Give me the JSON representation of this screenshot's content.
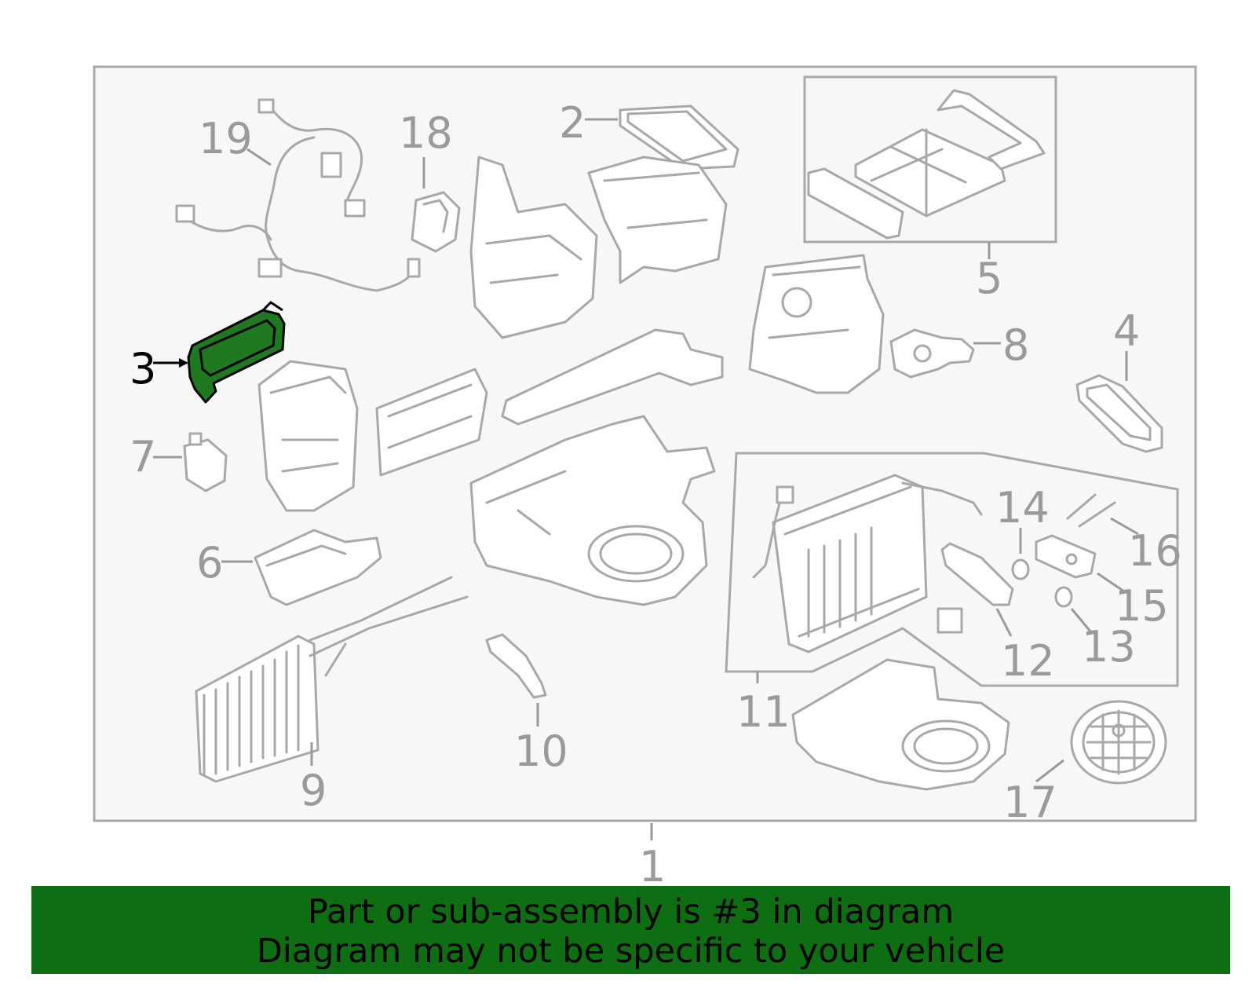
{
  "diagram": {
    "callouts": {
      "c1": "1",
      "c2": "2",
      "c3": "3",
      "c4": "4",
      "c5": "5",
      "c6": "6",
      "c7": "7",
      "c8": "8",
      "c9": "9",
      "c10": "10",
      "c11": "11",
      "c12": "12",
      "c13": "13",
      "c14": "14",
      "c15": "15",
      "c16": "16",
      "c17": "17",
      "c18": "18",
      "c19": "19"
    },
    "highlighted_part": "3",
    "highlight_color": "#1f7a1f",
    "line_color": "#a8a8a8"
  },
  "banner": {
    "line1": "Part or sub-assembly is #3 in diagram",
    "line2": "Diagram may not be specific to your vehicle",
    "background": "#0d6e12"
  }
}
